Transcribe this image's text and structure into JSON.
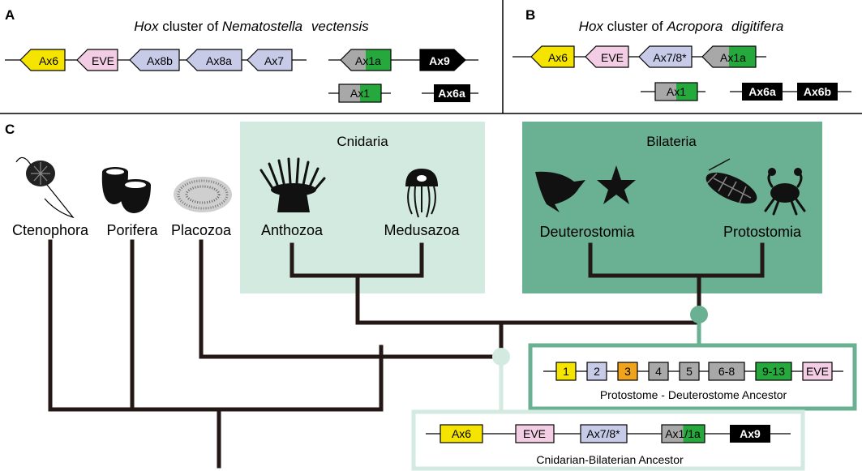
{
  "panels": {
    "a_letter": "A",
    "b_letter": "B",
    "c_letter": "C"
  },
  "panel_a": {
    "title_hox": "Hox",
    "title_mid": " cluster of ",
    "title_genus": "Nematostella",
    "title_species": "vectensis",
    "genes_row1": [
      "Ax6",
      "EVE",
      "Ax8b",
      "Ax8a",
      "Ax7"
    ],
    "gene_ax1a": {
      "prefix": "Ax",
      "suffix": "1a"
    },
    "gene_ax9": "Ax9",
    "gene_ax1": {
      "prefix": "Ax",
      "suffix": "1"
    },
    "gene_ax6a": "Ax6a"
  },
  "panel_b": {
    "title_hox": "Hox",
    "title_mid": " cluster of ",
    "title_genus": "Acropora",
    "title_species": "digitifera",
    "genes_row1": [
      "Ax6",
      "EVE",
      "Ax7/8*"
    ],
    "gene_ax1a": {
      "prefix": "Ax",
      "suffix": "1a"
    },
    "gene_ax1": {
      "prefix": "Ax",
      "suffix": "1"
    },
    "gene_ax6a": "Ax6a",
    "gene_ax6b": "Ax6b"
  },
  "panel_c": {
    "taxa": {
      "ctenophora": "Ctenophora",
      "porifera": "Porifera",
      "placozoa": "Placozoa",
      "anthozoa": "Anthozoa",
      "medusazoa": "Medusazoa",
      "deuterostomia": "Deuterostomia",
      "protostomia": "Protostomia"
    },
    "cnidaria_label": "Cnidaria",
    "bilateria_label": "Bilateria",
    "pd_ancestor": {
      "label": "Protostome - Deuterostome  Ancestor",
      "genes": [
        "1",
        "2",
        "3",
        "4",
        "5",
        "6-8",
        "9-13",
        "EVE"
      ]
    },
    "cb_ancestor": {
      "label": "Cnidarian-Bilaterian  Ancestor",
      "gene_ax6": "Ax6",
      "gene_eve": "EVE",
      "gene_ax78": "Ax7/8*",
      "gene_ax1": {
        "prefix": "Ax1",
        "sep": "/",
        "suffix": "1a"
      },
      "gene_ax9": "Ax9"
    }
  },
  "colors": {
    "yellow": "#f5e400",
    "pink": "#f3cde3",
    "lavender": "#c7cbe8",
    "gray": "#a8a8a8",
    "green": "#25a83c",
    "orange": "#f0a31c",
    "black": "#000000",
    "cnidaria_box": "#d3eae1",
    "bilateria_box": "#6ab092",
    "pd_dot": "#6ab092",
    "cb_dot": "#d3eae1",
    "tree": "#231815"
  }
}
